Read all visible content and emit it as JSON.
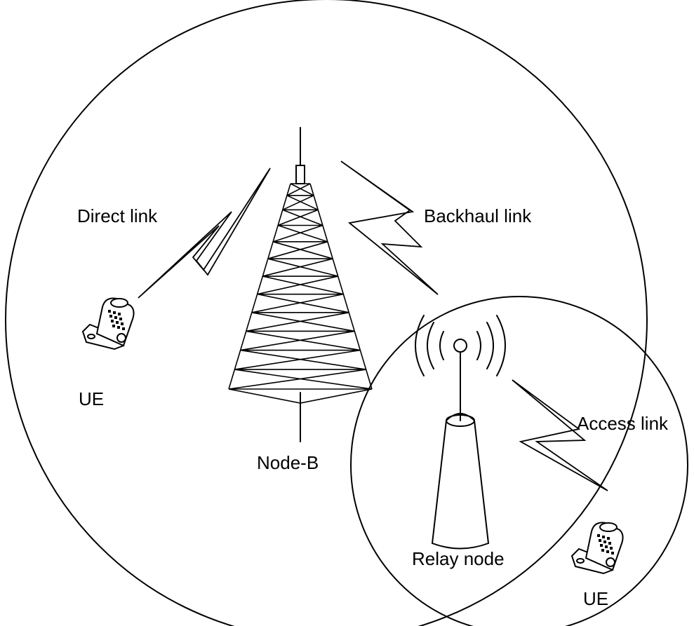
{
  "labels": {
    "direct_link": "Direct link",
    "backhaul_link": "Backhaul link",
    "access_link": "Access link",
    "ue_left": "UE",
    "ue_right": "UE",
    "node_b": "Node-B",
    "relay_node": "Relay node"
  },
  "icons": {
    "tower": "lattice-tower-icon",
    "relay": "relay-antenna-icon",
    "phone": "flip-phone-icon",
    "link": "lightning-bolt-icon"
  },
  "colors": {
    "stroke": "#000000",
    "background": "#ffffff"
  }
}
